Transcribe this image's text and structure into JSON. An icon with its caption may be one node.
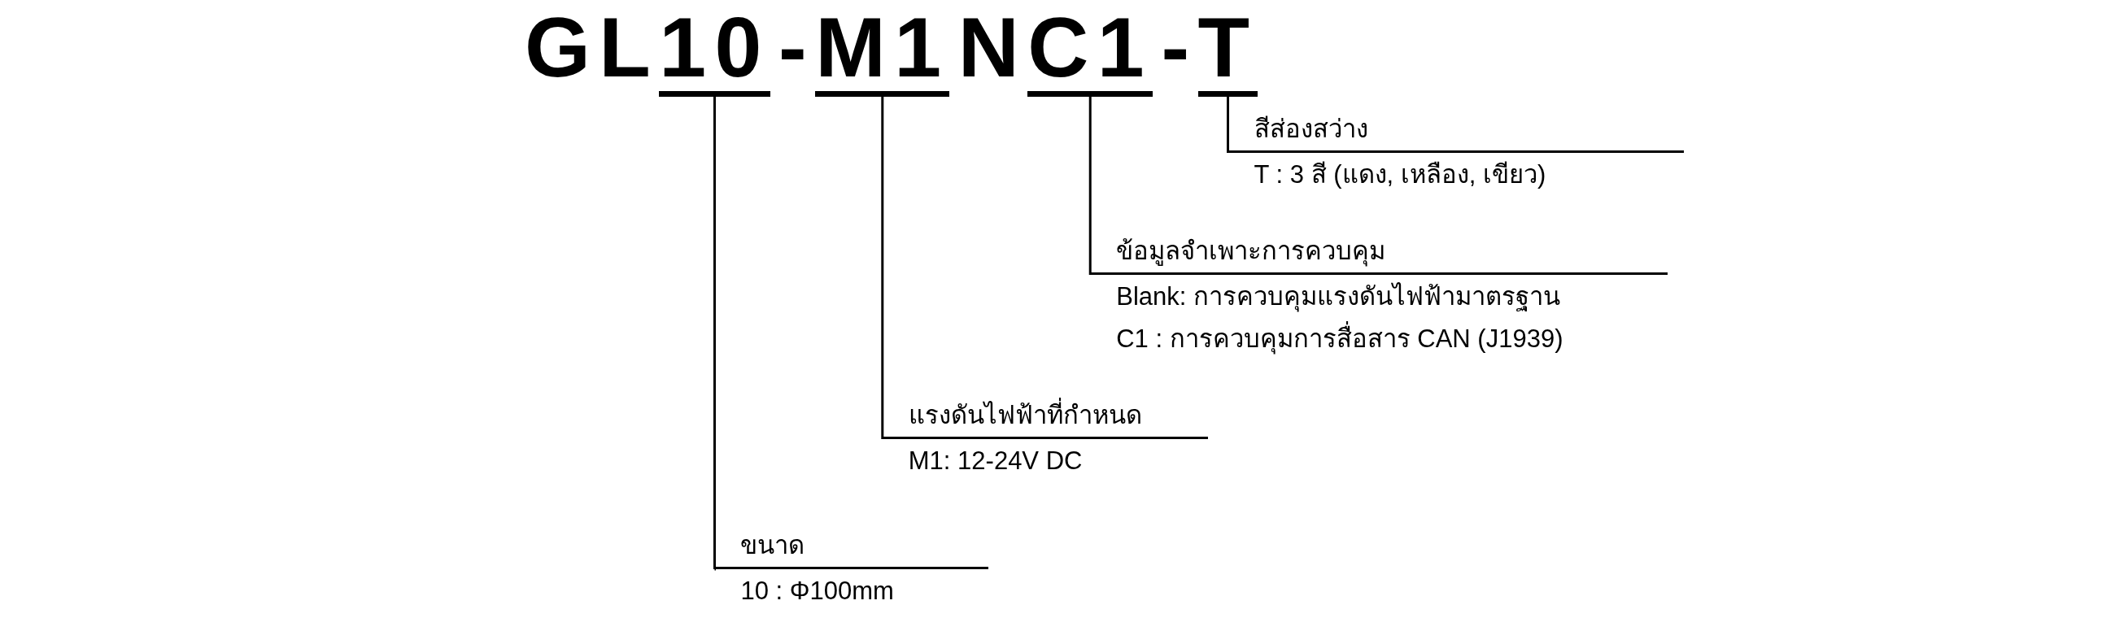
{
  "diagram": {
    "nodes": [
      {
        "text": [
          "10"
        ]
      },
      {
        "text": [
          "M1"
        ]
      },
      {
        "text": [
          "C1"
        ]
      },
      {
        "text": [
          "T"
        ]
      },
      {
        "text": [
          "สีส่องสว่าง",
          "T : 3 สี (แดง, เหลือง, เขียว)"
        ]
      },
      {
        "text": [
          "ข้อมูลจำเพาะการควบคุม",
          "Blank: การควบคุมแรงดันไฟฟ้ามาตรฐาน",
          "C1 : การควบคุมการสื่อสาร CAN (J1939)"
        ]
      },
      {
        "text": [
          "แรงดันไฟฟ้าที่กำหนด",
          "M1: 12-24V DC"
        ]
      },
      {
        "text": [
          "ขนาด",
          "10 : Φ100mm"
        ]
      }
    ],
    "edges": [
      {
        "from": 0,
        "to": 7,
        "arrow": "none"
      },
      {
        "from": 1,
        "to": 6,
        "arrow": "none"
      },
      {
        "from": 2,
        "to": 5,
        "arrow": "none"
      },
      {
        "from": 3,
        "to": 4,
        "arrow": "none"
      }
    ],
    "labels": [
      "GL",
      "-",
      "N",
      "-"
    ]
  }
}
